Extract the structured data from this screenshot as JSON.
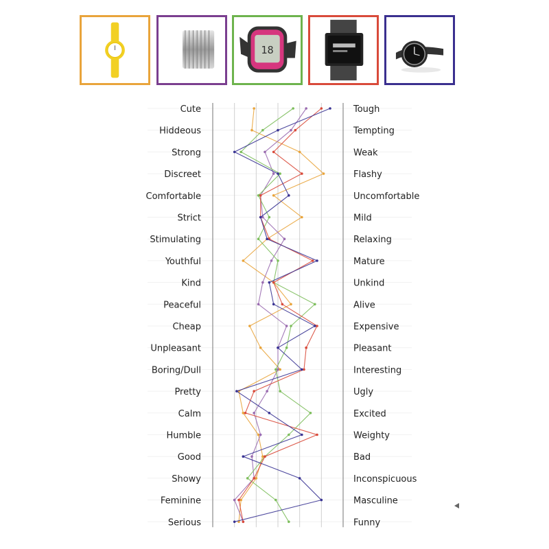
{
  "products": [
    {
      "icon": "yellow-wristwatch-icon",
      "border_color": "#E9A43B"
    },
    {
      "icon": "metal-bracelet-watch-icon",
      "border_color": "#7A3E8F"
    },
    {
      "icon": "pink-sports-watch-icon",
      "border_color": "#6DB34D"
    },
    {
      "icon": "black-digital-watch-icon",
      "border_color": "#D94A3A"
    },
    {
      "icon": "dark-analog-watch-icon",
      "border_color": "#3A2F8F"
    }
  ],
  "chart_data": {
    "type": "line",
    "orientation": "vertical-profile",
    "scale": [
      1,
      7
    ],
    "left_labels": [
      "Cute",
      "Hiddeous",
      "Strong",
      "Discreet",
      "Comfortable",
      "Strict",
      "Stimulating",
      "Youthful",
      "Kind",
      "Peaceful",
      "Cheap",
      "Unpleasant",
      "Boring/Dull",
      "Pretty",
      "Calm",
      "Humble",
      "Good",
      "Showy",
      "Feminine",
      "Serious"
    ],
    "right_labels": [
      "Tough",
      "Tempting",
      "Weak",
      "Flashy",
      "Uncomfortable",
      "Mild",
      "Relaxing",
      "Mature",
      "Unkind",
      "Alive",
      "Expensive",
      "Pleasant",
      "Interesting",
      "Ugly",
      "Excited",
      "Weighty",
      "Bad",
      "Inconspicuous",
      "Masculine",
      "Funny"
    ],
    "grid": true,
    "series": [
      {
        "color": "#E9A43B",
        "values": [
          2.9,
          2.8,
          5.0,
          6.1,
          3.8,
          5.1,
          3.5,
          2.4,
          3.8,
          4.6,
          2.7,
          3.2,
          4.1,
          2.2,
          2.4,
          3.1,
          3.3,
          3.0,
          2.3,
          2.2
        ]
      },
      {
        "color": "#9A6BB0",
        "values": [
          5.3,
          4.6,
          3.4,
          3.8,
          3.2,
          3.3,
          4.3,
          3.7,
          3.3,
          3.1,
          4.4,
          4.0,
          4.0,
          3.5,
          2.9,
          3.2,
          2.8,
          2.9,
          2.0,
          2.4
        ]
      },
      {
        "color": "#7DBE5C",
        "values": [
          4.7,
          3.3,
          2.3,
          4.1,
          3.1,
          3.6,
          3.1,
          4.0,
          3.8,
          5.7,
          4.6,
          4.4,
          3.9,
          4.1,
          5.5,
          4.5,
          3.4,
          2.6,
          3.9,
          4.5
        ]
      },
      {
        "color": "#D94A3A",
        "values": [
          6.0,
          4.8,
          3.8,
          5.1,
          3.2,
          3.2,
          3.6,
          5.6,
          3.8,
          4.2,
          5.8,
          5.3,
          5.2,
          2.9,
          2.5,
          5.8,
          3.4,
          2.9,
          2.2,
          2.4
        ]
      },
      {
        "color": "#3A3494",
        "values": [
          6.4,
          4.0,
          2.0,
          4.0,
          4.5,
          3.2,
          3.5,
          5.8,
          3.6,
          3.8,
          5.7,
          4.0,
          5.1,
          2.1,
          3.6,
          5.1,
          2.4,
          5.0,
          6.0,
          2.0
        ]
      }
    ]
  }
}
